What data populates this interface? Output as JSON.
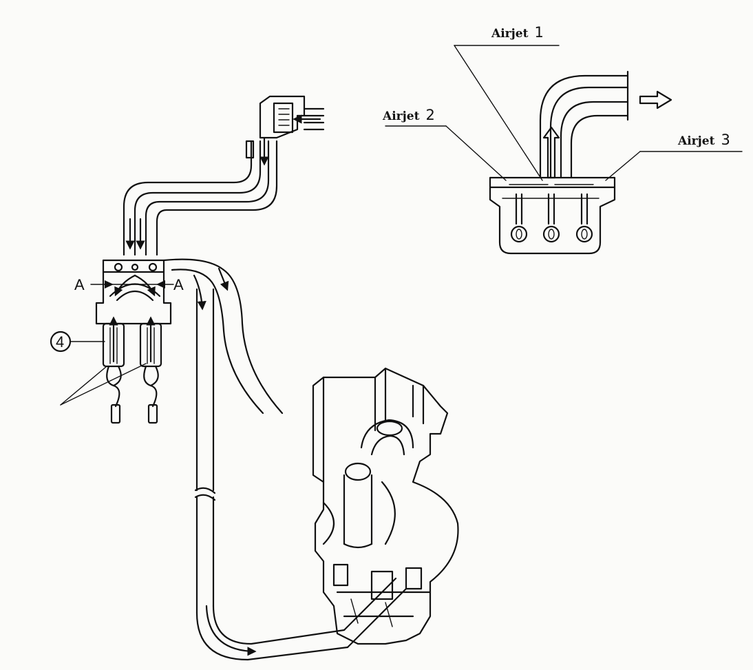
{
  "labels": {
    "airjet1": {
      "word": "Airjet",
      "num": "1"
    },
    "airjet2": {
      "word": "Airjet",
      "num": "2"
    },
    "airjet3": {
      "word": "Airjet",
      "num": "3"
    },
    "section_left": "A",
    "section_right": "A",
    "callout_number": "4"
  }
}
